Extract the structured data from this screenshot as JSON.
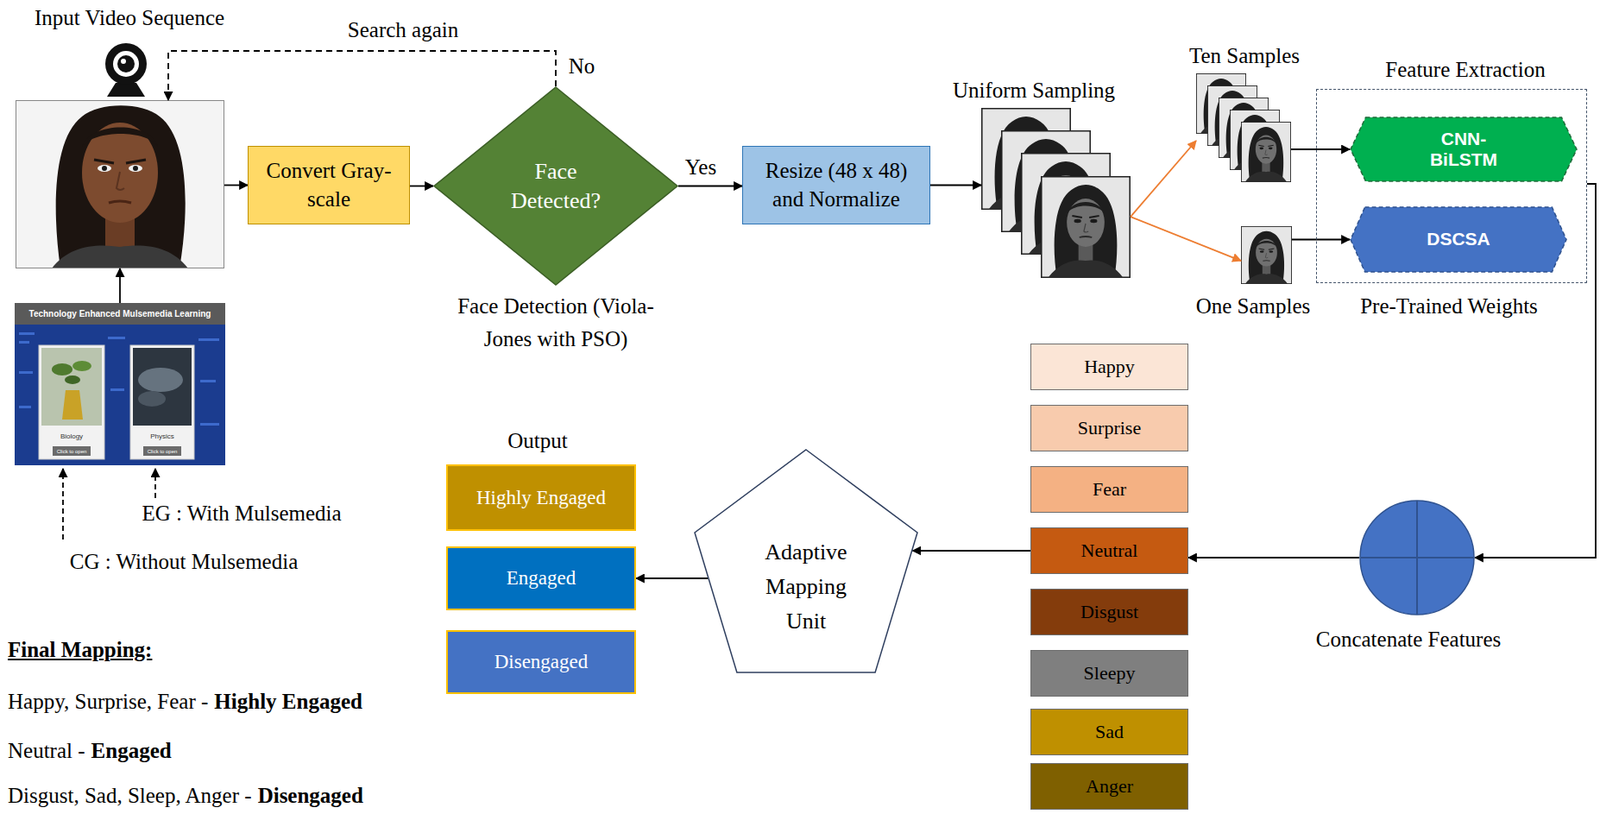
{
  "diagram": {
    "nodes": [
      {
        "text": [
          "Input Video Sequence"
        ]
      },
      {
        "text": [
          "Convert Gray-scale"
        ]
      },
      {
        "text": [
          "Face Detected?"
        ]
      },
      {
        "text": [
          "Resize (48 x 48) and Normalize"
        ]
      },
      {
        "text": [
          "Uniform Sampling"
        ]
      },
      {
        "text": [
          "Ten Samples"
        ]
      },
      {
        "text": [
          "One Samples"
        ]
      },
      {
        "text": [
          "Feature Extraction"
        ]
      },
      {
        "text": [
          "CNN-BiLSTM"
        ],
        "in": 7
      },
      {
        "text": [
          "DSCSA"
        ],
        "in": 7
      },
      {
        "text": [
          "Technology Enhanced Mulsemedia Learning",
          "Biology",
          "Physics",
          "Click to open",
          "Click to open"
        ]
      },
      {
        "text": [
          "Happy"
        ]
      },
      {
        "text": [
          "Surprise"
        ]
      },
      {
        "text": [
          "Fear"
        ]
      },
      {
        "text": [
          "Neutral"
        ]
      },
      {
        "text": [
          "Disgust"
        ]
      },
      {
        "text": [
          "Sleepy"
        ]
      },
      {
        "text": [
          "Sad"
        ]
      },
      {
        "text": [
          "Anger"
        ]
      },
      {
        "text": [
          "Concatenate Features"
        ]
      },
      {
        "text": [
          "Adaptive Mapping Unit"
        ]
      },
      {
        "text": [
          "Highly Engaged"
        ]
      },
      {
        "text": [
          "Engaged"
        ]
      },
      {
        "text": [
          "Disengaged"
        ]
      }
    ],
    "edges": [
      {
        "from": 10,
        "to": 0,
        "arrow": "to"
      },
      {
        "from": 0,
        "to": 1,
        "arrow": "to"
      },
      {
        "from": 1,
        "to": 2,
        "arrow": "to"
      },
      {
        "from": 2,
        "to": 3,
        "label": "Yes",
        "arrow": "to"
      },
      {
        "from": 2,
        "to": 0,
        "label": "Search again",
        "arrow": "to"
      },
      {
        "from": 3,
        "to": 4,
        "arrow": "to"
      },
      {
        "from": 4,
        "to": 5,
        "arrow": "to"
      },
      {
        "from": 4,
        "to": 6,
        "arrow": "to"
      },
      {
        "from": 5,
        "to": 8,
        "arrow": "to"
      },
      {
        "from": 6,
        "to": 9,
        "arrow": "to"
      },
      {
        "from": 7,
        "to": 19,
        "arrow": "to"
      },
      {
        "from": 19,
        "to": 14,
        "arrow": "to"
      },
      {
        "from": 14,
        "to": 20,
        "arrow": "to"
      },
      {
        "from": 20,
        "to": 22,
        "arrow": "to"
      }
    ],
    "labels": [
      "No",
      "Face Detection (Viola-Jones with PSO)",
      "Pre-Trained Weights",
      "Output",
      "EG : With Mulsemedia",
      "CG : Without Mulsemedia",
      "Final Mapping:",
      "Happy, Surprise, Fear -",
      "Highly Engaged",
      "Neutral -",
      "Engaged",
      "Disgust, Sad, Sleep, Anger -",
      "Disengaged"
    ]
  }
}
